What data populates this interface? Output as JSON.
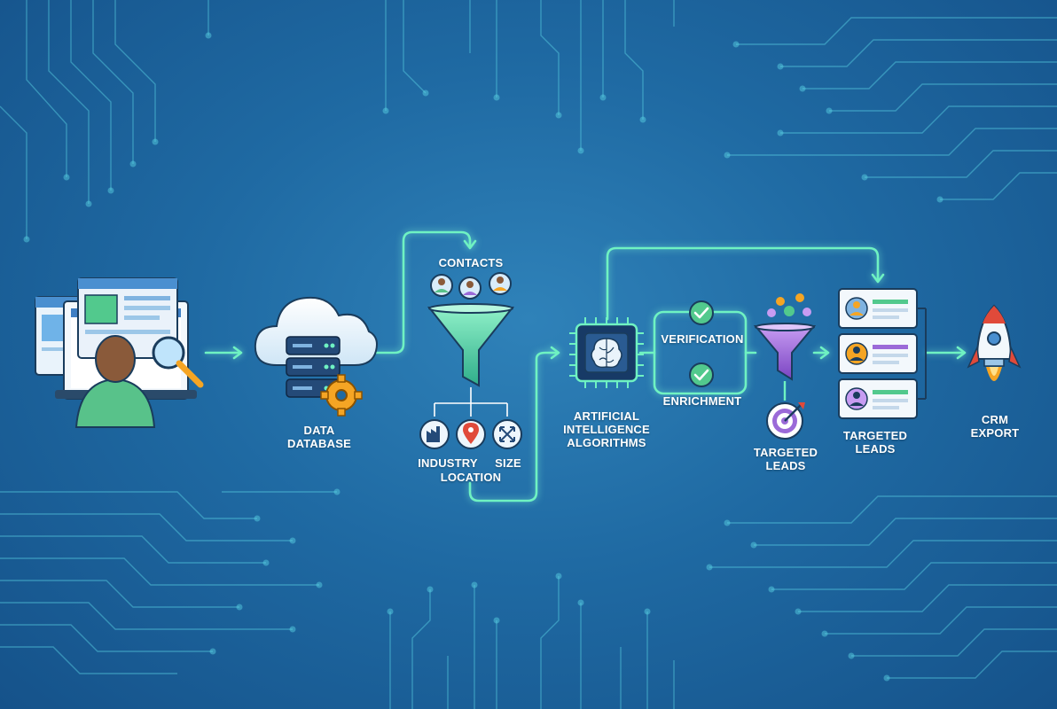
{
  "labels": {
    "data_database": "DATA\nDATABASE",
    "contacts": "CONTACTS",
    "industry": "INDUSTRY",
    "size": "SIZE",
    "location": "LOCATION",
    "ai_algorithms": "ARTIFICIAL\nINTELLIGENCE\nALGORITHMS",
    "verification": "VERIFICATION",
    "enrichment": "ENRICHMENT",
    "targeted_leads_funnel": "TARGETED\nLEADS",
    "targeted_leads_list": "TARGETED\nLEADS",
    "crm_export": "CRM\nEXPORT"
  },
  "icons": {
    "researcher": "person-with-magnifier-icon",
    "database": "cloud-database-icon",
    "filter_funnel": "funnel-icon",
    "industry": "factory-icon",
    "location": "map-pin-icon",
    "size": "expand-icon",
    "ai_chip": "ai-chip-brain-icon",
    "check": "check-circle-icon",
    "leads_funnel": "purple-funnel-icon",
    "target": "target-icon",
    "lead_card": "contact-card-icon",
    "rocket": "rocket-icon"
  },
  "colors": {
    "background": "#1f6aa3",
    "flow_line": "#6ff2c2",
    "funnel_green": "#4fd6a6",
    "funnel_purple": "#9b6ad8",
    "gear_orange": "#f5a524",
    "circuit": "#5ed6e6"
  }
}
